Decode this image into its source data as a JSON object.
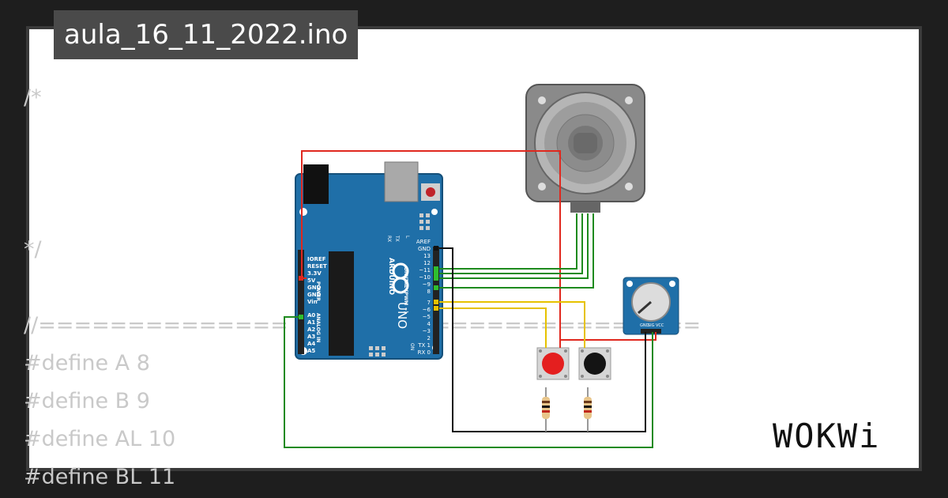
{
  "project": {
    "filename": "aula_16_11_2022.ino"
  },
  "code_lines": [
    "/*",
    "*/",
    "//============== NO          OS ===============",
    "#define A 8",
    "#define B 9",
    "#define AL 10",
    "#define BL 11"
  ],
  "arduino": {
    "brand": "ARDUINO",
    "model": "UNO",
    "power_label": "POWER",
    "analog_label": "ANALOG IN",
    "digital_label": "DIGITAL (PWM ~)",
    "on_label": "ON",
    "tx_label": "TX",
    "rx_label": "RX",
    "l_label": "L",
    "power_pins": [
      "IOREF",
      "RESET",
      "3.3V",
      "5V",
      "GND",
      "GND",
      "Vin"
    ],
    "analog_pins": [
      "A0",
      "A1",
      "A2",
      "A3",
      "A4",
      "A5"
    ],
    "digital_pins_top": [
      "AREF",
      "GND",
      "13",
      "12",
      "~11",
      "~10",
      "~9",
      "8"
    ],
    "digital_pins_bottom": [
      "7",
      "~6",
      "~5",
      "4",
      "~3",
      "2",
      "TX 1",
      "RX 0"
    ]
  },
  "potentiometer": {
    "pins": [
      "GND",
      "SIG",
      "VCC"
    ]
  },
  "brand": {
    "logo_text": "WOKWi"
  },
  "colors": {
    "board_blue": "#1f6fa8",
    "wire_red": "#e0281e",
    "wire_green": "#1e8a1e",
    "wire_yellow": "#e6c200",
    "wire_black": "#111111",
    "button_red": "#e41f1f",
    "button_black": "#141414"
  }
}
